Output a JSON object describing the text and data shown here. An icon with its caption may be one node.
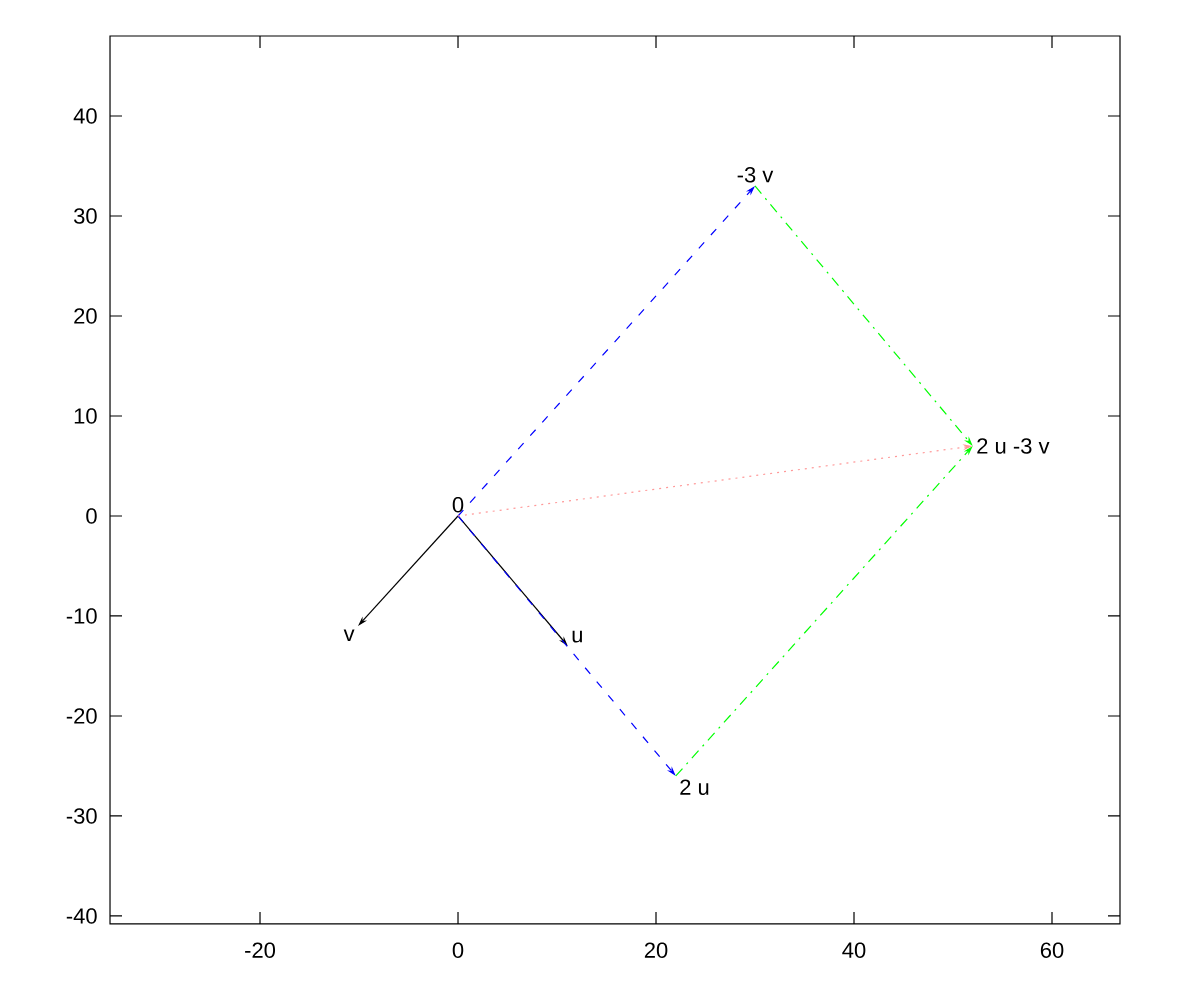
{
  "diagram": {
    "nodes": [
      {
        "text": [
          "0"
        ]
      },
      {
        "text": [
          "u"
        ]
      },
      {
        "text": [
          "v"
        ]
      },
      {
        "text": [
          "2 u"
        ]
      },
      {
        "text": [
          "-3 v"
        ]
      },
      {
        "text": [
          "2 u -3 v"
        ]
      }
    ],
    "edges": [
      {
        "from": 0,
        "to": 1,
        "arrow": "to"
      },
      {
        "from": 0,
        "to": 2,
        "arrow": "to"
      },
      {
        "from": 0,
        "to": 3,
        "arrow": "to",
        "style": "dashed",
        "color": "#0000ff"
      },
      {
        "from": 0,
        "to": 4,
        "arrow": "to",
        "style": "dashed",
        "color": "#0000ff"
      },
      {
        "from": 4,
        "to": 5,
        "arrow": "to",
        "style": "dashed",
        "color": "#00ff00"
      },
      {
        "from": 3,
        "to": 5,
        "arrow": "to",
        "style": "dashed",
        "color": "#00ff00"
      },
      {
        "from": 0,
        "to": 5,
        "arrow": "to",
        "style": "dashed",
        "color": "#ff9999"
      }
    ],
    "labels": [
      "40",
      "30",
      "20",
      "10",
      "0",
      "-10",
      "-20",
      "-30",
      "-40",
      "-20",
      "0",
      "20",
      "40",
      "60"
    ]
  }
}
